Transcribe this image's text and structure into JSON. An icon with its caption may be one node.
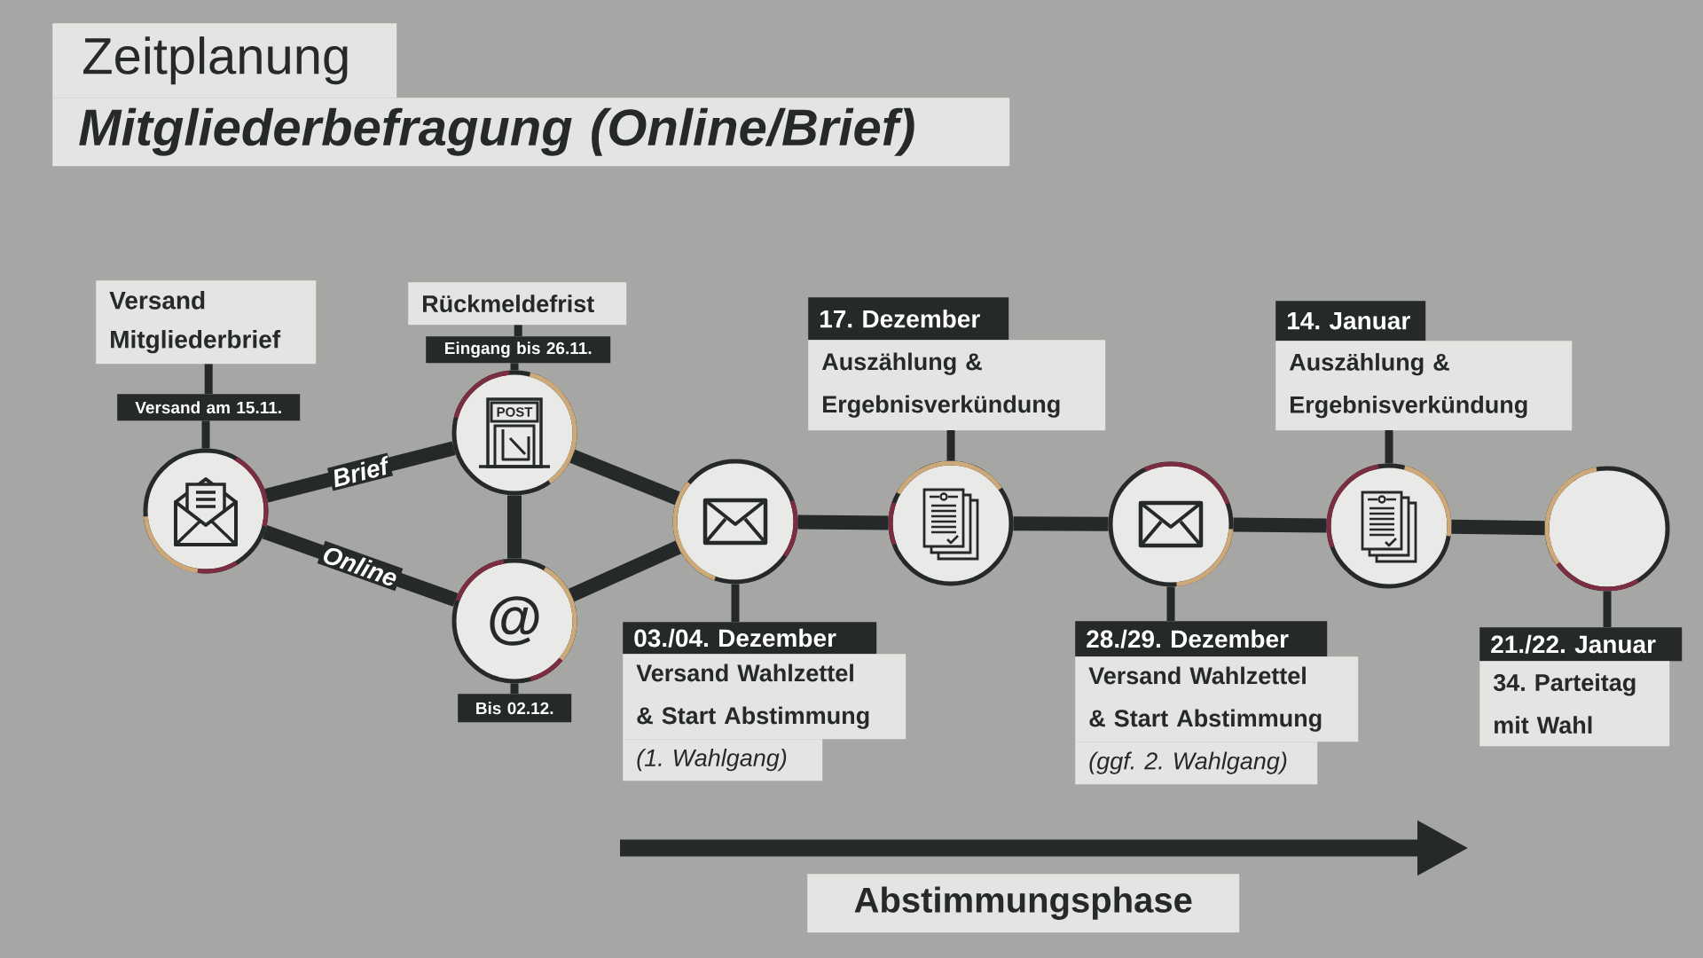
{
  "diagram": {
    "title": "Zeitplanung",
    "nodes": [
      {
        "text": [
          "Versand Mitgliederbrief"
        ]
      },
      {
        "text": [
          "Versand am 15.11."
        ]
      },
      {
        "text": [],
        "shape": "circle"
      },
      {
        "text": [
          "Rückmeldefrist"
        ]
      },
      {
        "text": [
          "Eingang bis 26.11."
        ]
      },
      {
        "text": [],
        "shape": "circle"
      },
      {
        "text": [
          "@"
        ]
      },
      {
        "text": [
          "Bis 02.12."
        ]
      },
      {
        "text": [],
        "shape": "circle"
      },
      {
        "text": [
          "03./04. Dezember",
          "Versand Wahlzettel & Start Abstimmung",
          "(1. Wahlgang)"
        ]
      },
      {
        "text": [
          "17. Dezember",
          "Auszählung & Ergebnisverkündung"
        ]
      },
      {
        "text": [],
        "shape": "circle"
      },
      {
        "text": [],
        "shape": "circle"
      },
      {
        "text": [
          "28./29. Dezember",
          "Versand Wahlzettel & Start Abstimmung",
          "(ggf. 2. Wahlgang)"
        ]
      },
      {
        "text": [
          "14. Januar",
          "Auszählung & Ergebnisverkündung"
        ]
      },
      {
        "text": [],
        "shape": "circle"
      },
      {
        "text": [],
        "shape": "circle"
      },
      {
        "text": [
          "21./22. Januar",
          "34. Parteitag mit Wahl"
        ]
      }
    ],
    "edges": [
      {
        "from": 0,
        "to": 1,
        "arrow": "none"
      },
      {
        "from": 1,
        "to": 2,
        "arrow": "none"
      },
      {
        "from": 3,
        "to": 4,
        "arrow": "none"
      },
      {
        "from": 4,
        "to": 5,
        "arrow": "none"
      },
      {
        "from": 2,
        "to": 5,
        "arrow": "none",
        "label": "Brief"
      },
      {
        "from": 2,
        "to": 6,
        "arrow": "none",
        "label": "Online"
      },
      {
        "from": 5,
        "to": 6,
        "arrow": "none"
      },
      {
        "from": 6,
        "to": 7,
        "arrow": "none"
      },
      {
        "from": 5,
        "to": 8,
        "arrow": "none"
      },
      {
        "from": 6,
        "to": 8,
        "arrow": "none"
      },
      {
        "from": 8,
        "to": 9,
        "arrow": "none"
      },
      {
        "from": 10,
        "to": 11,
        "arrow": "none"
      },
      {
        "from": 8,
        "to": 11,
        "arrow": "none"
      },
      {
        "from": 11,
        "to": 12,
        "arrow": "none"
      },
      {
        "from": 12,
        "to": 13,
        "arrow": "none"
      },
      {
        "from": 14,
        "to": 15,
        "arrow": "none"
      },
      {
        "from": 12,
        "to": 15,
        "arrow": "none"
      },
      {
        "from": 15,
        "to": 16,
        "arrow": "none"
      },
      {
        "from": 16,
        "to": 17,
        "arrow": "none"
      }
    ],
    "labels": [
      "Mitgliederbefragung (Online/Brief)",
      "POST",
      "Abstimmungsphase"
    ]
  }
}
